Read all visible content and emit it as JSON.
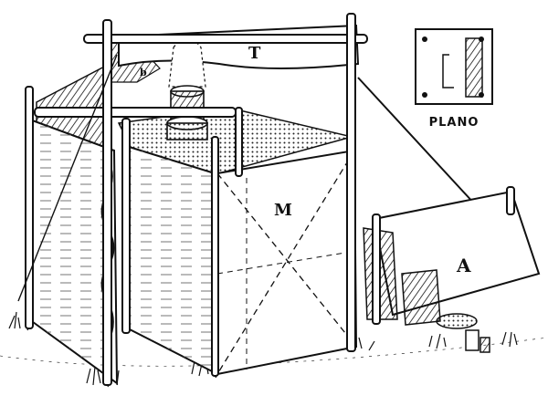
{
  "labels": {
    "top_sheet": "T",
    "walls": "M",
    "awning": "A",
    "corner_mark": "b"
  },
  "inset": {
    "caption": "PLANO"
  },
  "colors": {
    "ink": "#111111",
    "paper": "#ffffff"
  }
}
